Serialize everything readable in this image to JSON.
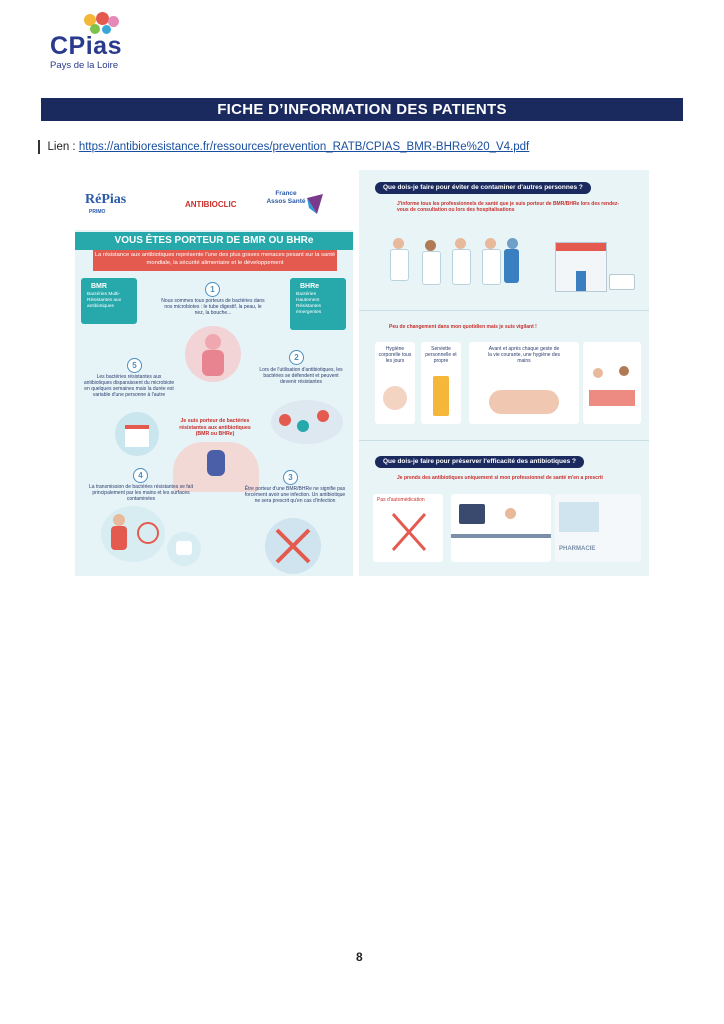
{
  "logo": {
    "name": "CPias",
    "subtitle": "Pays de la Loire"
  },
  "title": "FICHE D’INFORMATION DES PATIENTS",
  "link": {
    "label": "Lien :",
    "url": "https://antibioresistance.fr/ressources/prevention_RATB/CPIAS_BMR-BHRe%20_V4.pdf"
  },
  "poster_left": {
    "logos": {
      "repias": "RéPias",
      "repias_sub": "PRIMO",
      "antibioclic": "ANTIBIOCLIC",
      "france_assos": "France Assos Santé"
    },
    "headline": "VOUS ÊTES PORTEUR DE BMR OU BHRe",
    "banner": "La résistance aux antibiotiques représente l'une des plus graves menaces pesant sur la santé mondiale, la sécurité alimentaire et le développement",
    "bmr": {
      "title": "BMR",
      "text": "Bactéries Multi-Résistantes aux antibiotiques"
    },
    "bhre": {
      "title": "BHRe",
      "text": "Bactéries Hautement Résistantes émergentes"
    },
    "step1": {
      "num": "1",
      "text": "Nous sommes tous porteurs de bactéries dans nos microbiotes : le tube digestif, la peau, le nez, la bouche..."
    },
    "step2": {
      "num": "2",
      "text": "Lors de l'utilisation d'antibiotiques, les bactéries se défendent et peuvent devenir résistantes"
    },
    "step3": {
      "num": "3",
      "text": "Être porteur d'une BMR/BHRe ne signifie pas forcément avoir une infection. Un antibiotique ne sera prescrit qu'en cas d'infection"
    },
    "step4": {
      "num": "4",
      "text": "La transmission de bactéries résistantes se fait principalement par les mains et les surfaces contaminées"
    },
    "step5": {
      "num": "5",
      "text": "Les bactéries résistantes aux antibiotiques disparaissent du microbiote en quelques semaines mais la durée est variable d'une personne à l'autre"
    },
    "center": "Je suis porteur de bactéries résistantes aux antibiotiques (BMR ou BHRe)"
  },
  "poster_right": {
    "q1": "Que dois-je faire pour éviter de contaminer d'autres personnes ?",
    "a1": "J'informe tous les professionnels de santé que je suis porteur de BMR/BHRe lors des rendez-vous de consultation ou lors des hospitalisations",
    "a2": "Peu de changement dans mon quotidien mais je suis vigilant !",
    "habits": [
      "Hygiène corporelle tous les jours",
      "Serviette personnelle et propre",
      "Avant et après chaque geste de la vie courante, une hygiène des mains"
    ],
    "q2": "Que dois-je faire pour préserver l'efficacité des antibiotiques ?",
    "a3": "Je prends des antibiotiques uniquement si mon professionnel de santé m'en a prescrit",
    "no_self": "Pas d'automédication",
    "pharmacy": "PHARMACIE"
  },
  "page_number": "8",
  "colors": {
    "navy": "#1a2a5e",
    "teal": "#27a9ac",
    "red": "#e55a4f",
    "link": "#1a4fa0"
  }
}
